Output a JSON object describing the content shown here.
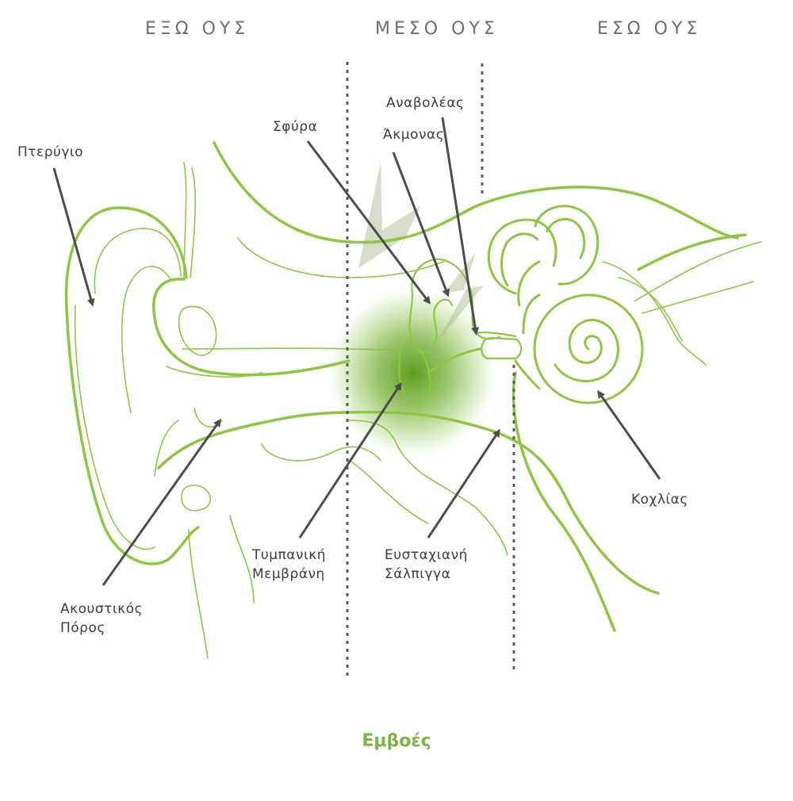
{
  "sections": {
    "outer": "ΕΞΩ ΟΥΣ",
    "middle": "ΜΕΣΟ ΟΥΣ",
    "inner": "ΕΣΩ ΟΥΣ"
  },
  "labels": {
    "pinna": "Πτερύγιο",
    "hammer": "Σφύρα",
    "anvil": "Άκμονας",
    "stirrup": "Αναβολέας",
    "ear_canal_line1": "Ακουστικός",
    "ear_canal_line2": "Πόρος",
    "eardrum_line1": "Τυμπανική",
    "eardrum_line2": "Μεμβράνη",
    "eustachian_line1": "Ευσταχιανή",
    "eustachian_line2": "Σάλπιγγα",
    "cochlea": "Κοχλίας"
  },
  "caption": "Εμβοές",
  "colors": {
    "line_green": "#8dc63f",
    "caption_green": "#7cb342",
    "arrow_gray": "#4d4d4f",
    "section_gray": "#6d6e71",
    "divider_gray": "#5a5a5a"
  }
}
